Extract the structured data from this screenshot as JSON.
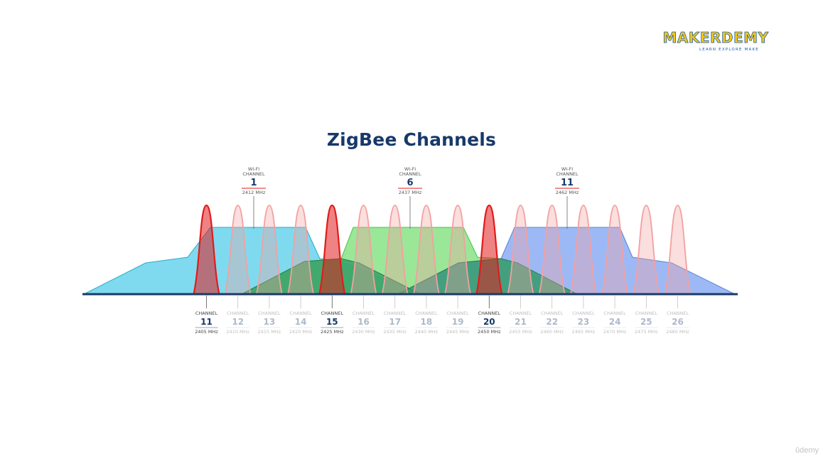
{
  "brand": {
    "name": "MAKERDEMY",
    "tagline": "LEARN EXPLORE MAKE"
  },
  "title": "ZigBee Channels",
  "watermark": "ûdemy",
  "colors": {
    "title": "#17396a",
    "zigbee_highlight": "#e21b1b",
    "zigbee_faded": "#f3a0a0",
    "wifi_1": "#5bd0ea",
    "wifi_6": "#7de07a",
    "wifi_11": "#85a7f3",
    "overlap_green": "#2f9a64",
    "baseline": "#1b3a66"
  },
  "wifi_channels": [
    {
      "label": "WI-FI",
      "sublabel": "CHANNEL",
      "number": "1",
      "freq": "2412 MHz"
    },
    {
      "label": "WI-FI",
      "sublabel": "CHANNEL",
      "number": "6",
      "freq": "2437 MHz"
    },
    {
      "label": "WI-FI",
      "sublabel": "CHANNEL",
      "number": "11",
      "freq": "2462 MHz"
    }
  ],
  "zigbee_channels": [
    {
      "label": "CHANNEL",
      "number": "11",
      "freq": "2405 MHz",
      "highlight": true
    },
    {
      "label": "CHANNEL",
      "number": "12",
      "freq": "2410 MHz",
      "highlight": false
    },
    {
      "label": "CHANNEL",
      "number": "13",
      "freq": "2415 MHz",
      "highlight": false
    },
    {
      "label": "CHANNEL",
      "number": "14",
      "freq": "2420 MHz",
      "highlight": false
    },
    {
      "label": "CHANNEL",
      "number": "15",
      "freq": "2425 MHz",
      "highlight": true
    },
    {
      "label": "CHANNEL",
      "number": "16",
      "freq": "2430 MHz",
      "highlight": false
    },
    {
      "label": "CHANNEL",
      "number": "17",
      "freq": "2435 MHz",
      "highlight": false
    },
    {
      "label": "CHANNEL",
      "number": "18",
      "freq": "2440 MHz",
      "highlight": false
    },
    {
      "label": "CHANNEL",
      "number": "19",
      "freq": "2445 MHz",
      "highlight": false
    },
    {
      "label": "CHANNEL",
      "number": "20",
      "freq": "2450 MHz",
      "highlight": true
    },
    {
      "label": "CHANNEL",
      "number": "21",
      "freq": "2455 MHz",
      "highlight": false
    },
    {
      "label": "CHANNEL",
      "number": "22",
      "freq": "2460 MHz",
      "highlight": false
    },
    {
      "label": "CHANNEL",
      "number": "23",
      "freq": "2465 MHz",
      "highlight": false
    },
    {
      "label": "CHANNEL",
      "number": "24",
      "freq": "2470 MHz",
      "highlight": false
    },
    {
      "label": "CHANNEL",
      "number": "25",
      "freq": "2475 MHz",
      "highlight": false
    },
    {
      "label": "CHANNEL",
      "number": "26",
      "freq": "2480 MHz",
      "highlight": false
    }
  ]
}
